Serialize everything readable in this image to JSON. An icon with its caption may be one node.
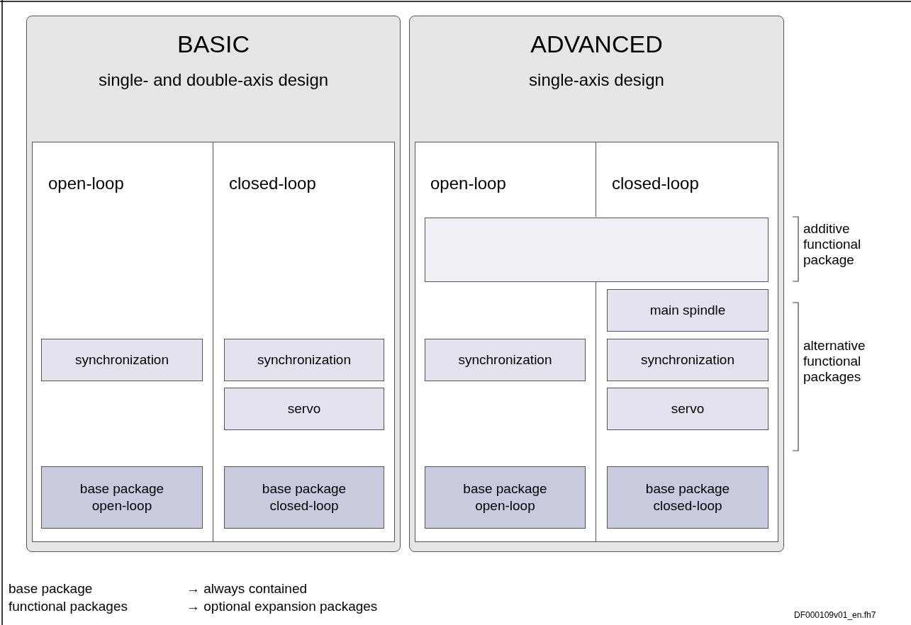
{
  "diagram": {
    "nodes": [
      {
        "text": [
          "BASIC",
          "single- and double-axis design"
        ]
      },
      {
        "text": [
          "open-loop"
        ],
        "in": 0
      },
      {
        "text": [
          "synchronization"
        ],
        "in": 1
      },
      {
        "text": [
          "base package open-loop"
        ],
        "in": 1
      },
      {
        "text": [
          "closed-loop"
        ],
        "in": 0
      },
      {
        "text": [
          "synchronization"
        ],
        "in": 4
      },
      {
        "text": [
          "servo"
        ],
        "in": 4
      },
      {
        "text": [
          "base package closed-loop"
        ],
        "in": 4
      },
      {
        "text": [
          "ADVANCED",
          "single-axis design"
        ]
      },
      {
        "text": [
          "open-loop"
        ],
        "in": 8
      },
      {
        "text": [
          "closed-loop"
        ],
        "in": 8
      },
      {
        "text": [],
        "shape": "box",
        "in": 8
      },
      {
        "text": [
          "synchronization"
        ],
        "in": 9
      },
      {
        "text": [
          "base package open-loop"
        ],
        "in": 9
      },
      {
        "text": [
          "main spindle"
        ],
        "in": 10
      },
      {
        "text": [
          "synchronization"
        ],
        "in": 10
      },
      {
        "text": [
          "servo"
        ],
        "in": 10
      },
      {
        "text": [
          "base package closed-loop"
        ],
        "in": 10
      }
    ],
    "labels": [
      "additive functional package",
      "alternative functional packages",
      "base package",
      "→ always contained",
      "functional packages",
      "→ optional expansion packages",
      "DF000109v01_en.fh7"
    ]
  }
}
